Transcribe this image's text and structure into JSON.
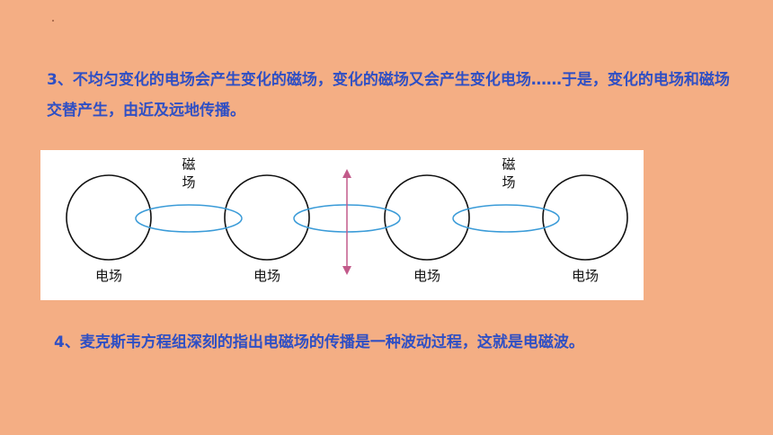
{
  "paragraphs": {
    "p3": "3、不均匀变化的电场会产生变化的磁场，变化的磁场又会产生变化电场……于是，变化的电场和磁场交替产生，由近及远地传播。",
    "p4": "4、麦克斯韦方程组深刻的指出电磁场的传播是一种波动过程，这就是电磁波。"
  },
  "figure": {
    "electric_field_label": "电场",
    "magnetic_field_label_top": "磁",
    "magnetic_field_label_bottom": "场",
    "colors": {
      "circle": "#111111",
      "ellipse": "#3A9BD8",
      "arrow": "#C25A8A",
      "label": "#111111"
    }
  }
}
